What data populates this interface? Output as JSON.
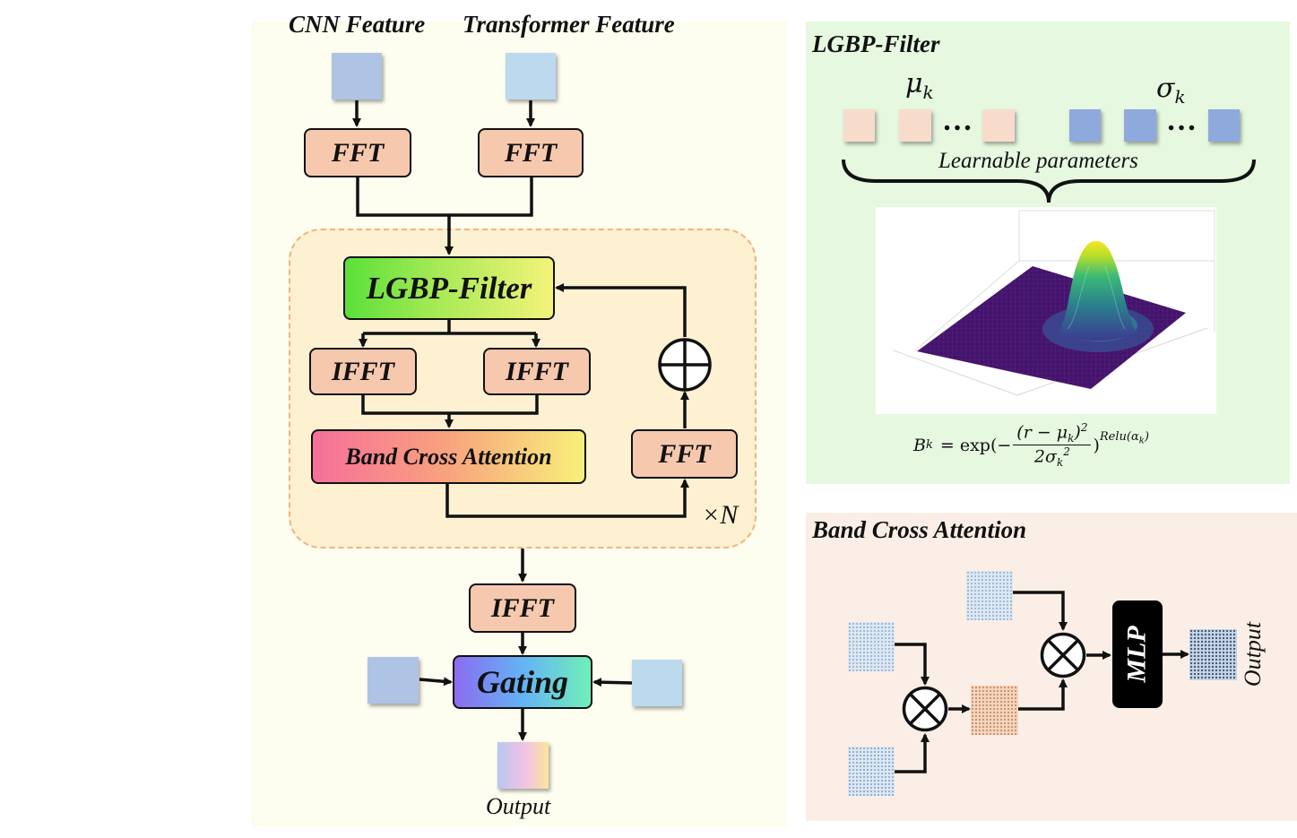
{
  "main": {
    "inputs": {
      "cnn_label": "CNN Feature",
      "transformer_label": "Transformer Feature"
    },
    "fft_label": "FFT",
    "ifft_label": "IFFT",
    "lgbp_label": "LGBP-Filter",
    "band_cross_label": "Band Cross Attention",
    "repeat_label": "×N",
    "gating_label": "Gating",
    "output_label": "Output"
  },
  "lgbp_panel": {
    "title": "LGBP-Filter",
    "mu_label": "μ",
    "mu_sub": "k",
    "sigma_label": "σ",
    "sigma_sub": "k",
    "ellipsis": "…",
    "params_label": "Learnable parameters",
    "formula": {
      "lhs": "B",
      "lhs_sub": "k",
      "eq": "= exp(−",
      "numerator": "(r − μ",
      "numerator_sub": "k",
      "numerator_tail": ")",
      "numerator_exp": "2",
      "denominator": "2σ",
      "denominator_sub": "k",
      "denominator_exp": "2",
      "close": ")",
      "power": "Relu(α",
      "power_sub": "k",
      "power_tail": ")"
    }
  },
  "bca_panel": {
    "title": "Band Cross Attention",
    "mlp_label": "MLP",
    "output_label": "Output"
  },
  "colors": {
    "main_bg": "#fdfdf0",
    "loop_bg": "#fdf1d2",
    "loop_border": "#f2b27c",
    "peach": "#f6c9ae",
    "lgbp_bg": "#e6f8e0",
    "bca_bg": "#fbeee6",
    "cnn_square": "#afc4e4",
    "transformer_square": "#bcd9ee",
    "mu_square": "#f8dccb",
    "sigma_square": "#8ea9dc"
  },
  "icons": [
    "plus-circle-icon",
    "multiply-circle-icon",
    "curly-brace-icon",
    "gaussian-surface-icon"
  ]
}
